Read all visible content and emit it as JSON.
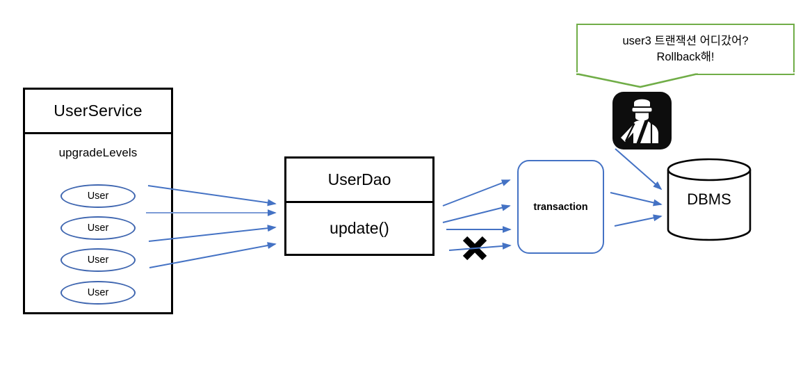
{
  "diagram": {
    "title": "UserService upgradeLevels transaction rollback diagram",
    "colors": {
      "arrow_blue": "#4472C4",
      "ellipse_blue": "#3F66B0",
      "transaction_blue": "#4472C4",
      "bubble_green": "#70AD47",
      "box_black": "#000000",
      "icon_black": "#0D0D0D",
      "background": "#FFFFFF"
    }
  },
  "user_service": {
    "title": "UserService",
    "field_label": "upgradeLevels",
    "users": [
      {
        "label": "User"
      },
      {
        "label": "User"
      },
      {
        "label": "User"
      },
      {
        "label": "User"
      }
    ]
  },
  "user_dao": {
    "title": "UserDao",
    "method": "update()"
  },
  "transaction": {
    "label": "transaction"
  },
  "database": {
    "label": "DBMS"
  },
  "speech_bubble": {
    "line_1": "user3 트랜잭션 어디갔어?",
    "line_2": "Rollback해!"
  },
  "icons": {
    "officer": "police-officer-icon",
    "failure_mark": "x-mark-icon",
    "database": "database-cylinder-icon"
  },
  "arrows": {
    "service_to_dao_count": 4,
    "dao_to_transaction_count": 4,
    "to_database_count": 3,
    "blocked_arrow_index": 4
  }
}
